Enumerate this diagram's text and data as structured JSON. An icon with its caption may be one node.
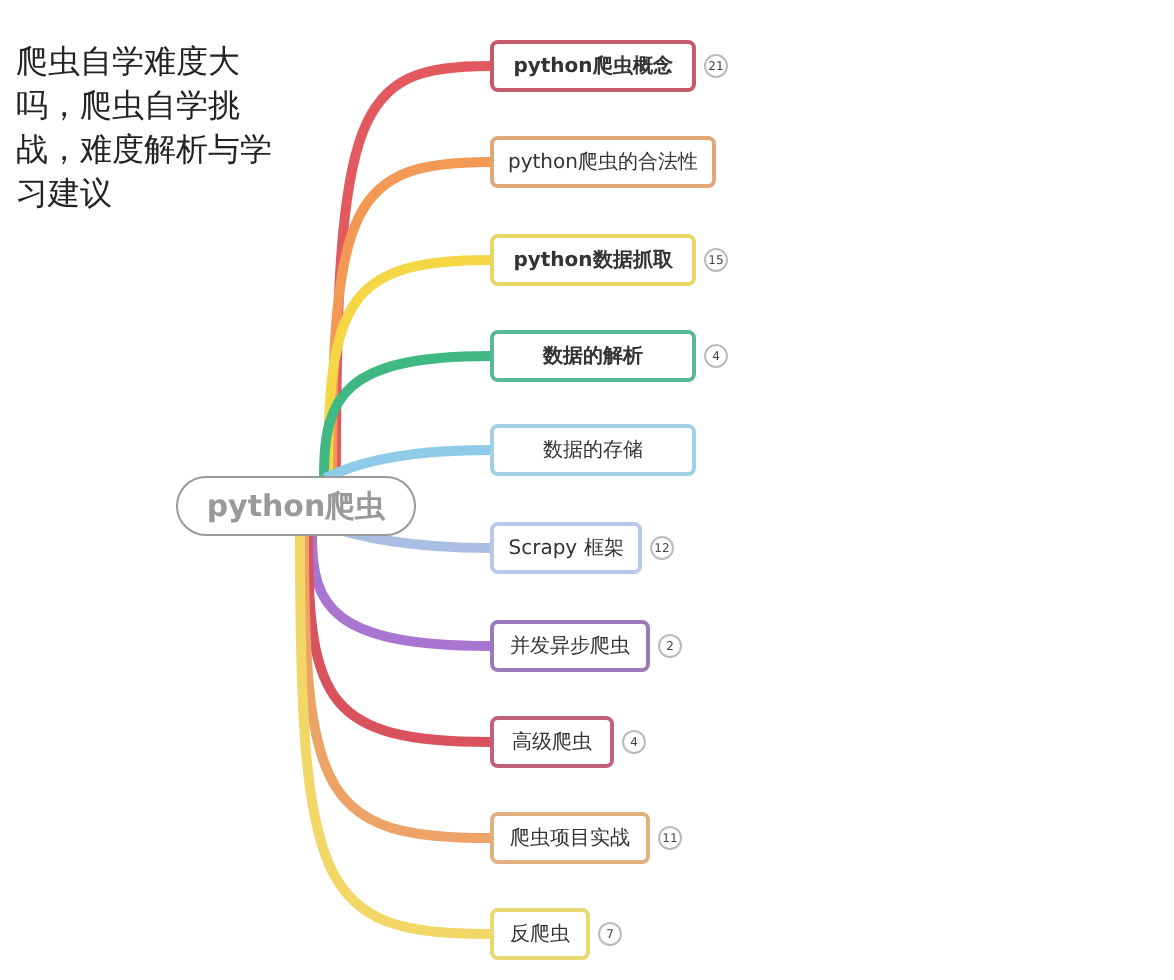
{
  "diagram": {
    "title": "爬虫自学难度大吗，爬虫自学挑战，难度解析与学习建议",
    "nodes": [
      {
        "text": [
          "python爬虫"
        ]
      },
      {
        "text": [
          "python爬虫概念"
        ],
        "beside": [
          "21"
        ]
      },
      {
        "text": [
          "python爬虫的合法性"
        ]
      },
      {
        "text": [
          "python数据抓取"
        ],
        "beside": [
          "15"
        ]
      },
      {
        "text": [
          "数据的解析"
        ],
        "beside": [
          "4"
        ]
      },
      {
        "text": [
          "数据的存储"
        ]
      },
      {
        "text": [
          "Scrapy 框架"
        ],
        "beside": [
          "12"
        ]
      },
      {
        "text": [
          "并发异步爬虫"
        ],
        "beside": [
          "2"
        ]
      },
      {
        "text": [
          "高级爬虫"
        ],
        "beside": [
          "4"
        ]
      },
      {
        "text": [
          "爬虫项目实战"
        ],
        "beside": [
          "11"
        ]
      },
      {
        "text": [
          "反爬虫"
        ],
        "beside": [
          "7"
        ]
      }
    ],
    "edges": [
      {
        "from": 0,
        "to": 1,
        "arrow": "none",
        "color": "#e25a5f"
      },
      {
        "from": 0,
        "to": 2,
        "arrow": "none",
        "color": "#f29a55"
      },
      {
        "from": 0,
        "to": 3,
        "arrow": "none",
        "color": "#f5d645"
      },
      {
        "from": 0,
        "to": 4,
        "arrow": "none",
        "color": "#3fb884"
      },
      {
        "from": 0,
        "to": 5,
        "arrow": "none",
        "color": "#8fcbe8"
      },
      {
        "from": 0,
        "to": 6,
        "arrow": "none",
        "color": "#aabde3"
      },
      {
        "from": 0,
        "to": 7,
        "arrow": "none",
        "color": "#a875d0"
      },
      {
        "from": 0,
        "to": 8,
        "arrow": "none",
        "color": "#d9535f"
      },
      {
        "from": 0,
        "to": 9,
        "arrow": "none",
        "color": "#eda266"
      },
      {
        "from": 0,
        "to": 10,
        "arrow": "none",
        "color": "#f3d766"
      }
    ]
  }
}
